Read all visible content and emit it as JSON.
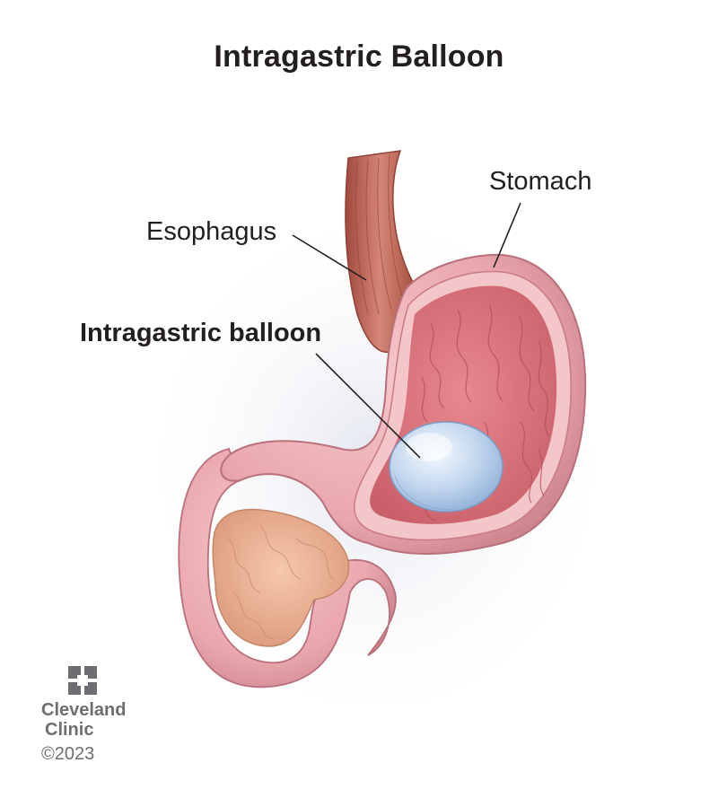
{
  "title": "Intragastric Balloon",
  "labels": {
    "stomach": "Stomach",
    "esophagus": "Esophagus",
    "balloon": "Intragastric balloon"
  },
  "logo": {
    "line1": "Cleveland",
    "line2": "Clinic",
    "copyright": "©2023"
  },
  "colors": {
    "tissue": "#e9a6ad",
    "tissue_dark": "#c76e79",
    "lining": "#d9747c",
    "muscle": "#b65a4c",
    "pancreas": "#eeb798",
    "balloon": "#bcd3ec",
    "text": "#231f20",
    "logo_gray": "#6d6e71"
  }
}
